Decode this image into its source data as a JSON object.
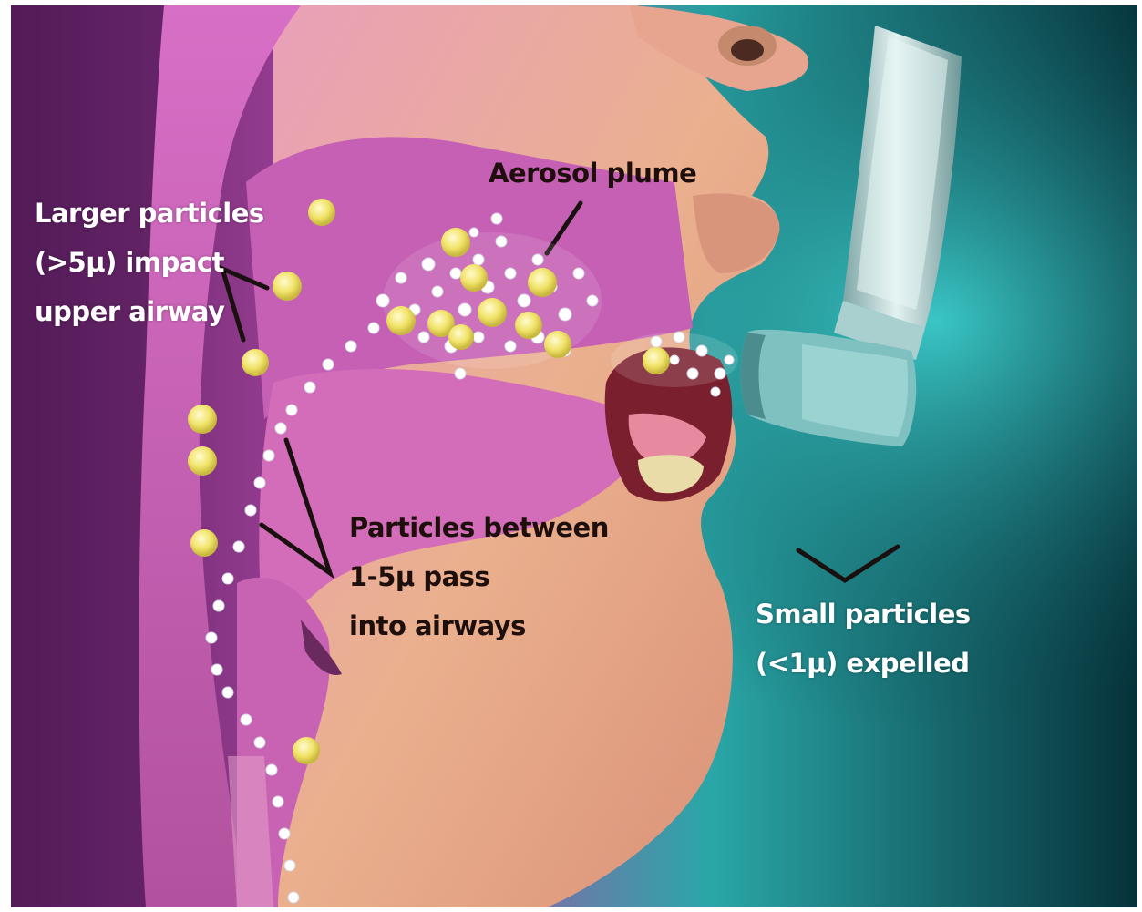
{
  "colors": {
    "background_left": "#7a2d7a",
    "background_right": "#0d5a5f",
    "tissue_pink": "#d878c8",
    "skin": "#e8a585",
    "particle_large": "#f2e66a",
    "particle_small": "#ffffff",
    "leader_line": "#1a1010"
  },
  "labels": {
    "larger_particles": [
      "Larger particles",
      "(>5μ) impact",
      "upper airway"
    ],
    "aerosol_plume": "Aerosol plume",
    "between_particles": [
      "Particles between",
      "1-5μ pass",
      "into airways"
    ],
    "small_particles": [
      "Small particles",
      "(<1μ) expelled"
    ]
  }
}
